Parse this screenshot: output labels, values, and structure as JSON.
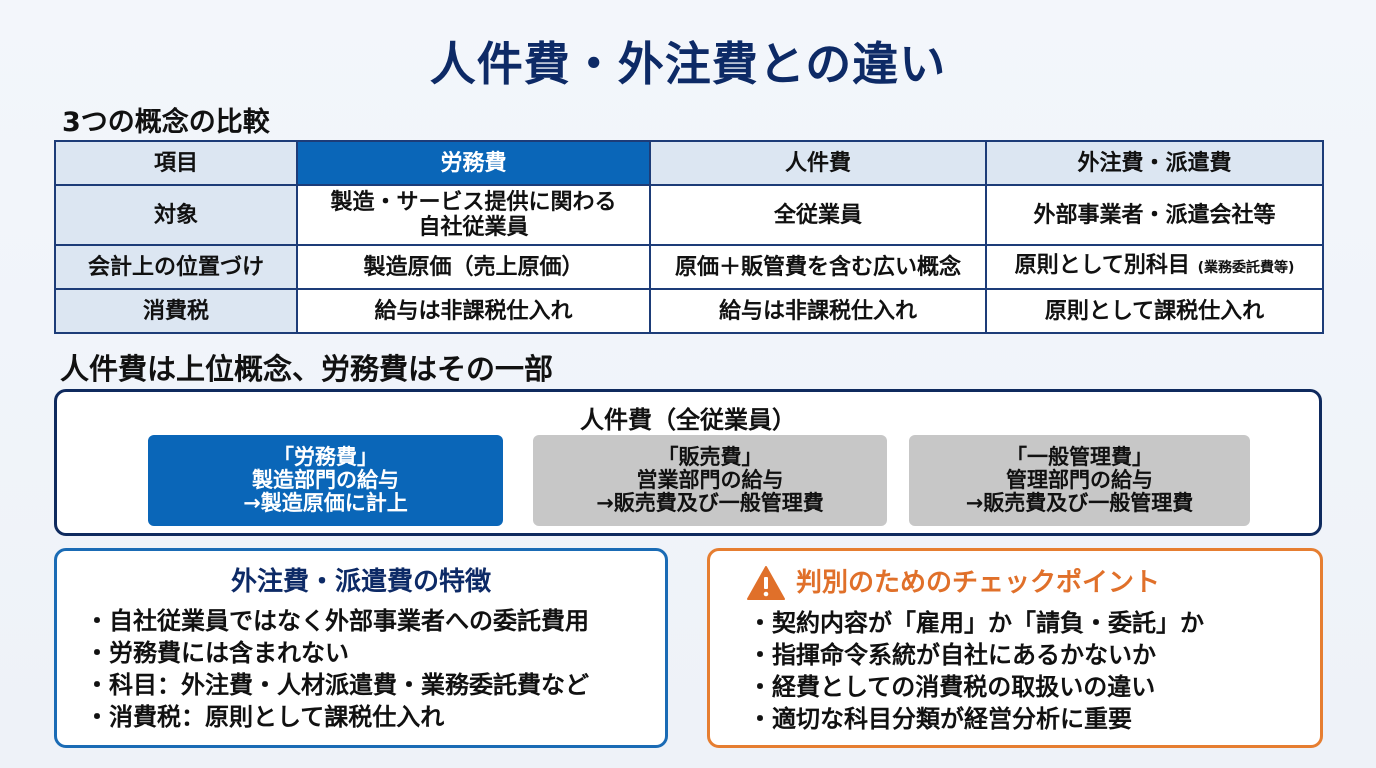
{
  "title": "人件費・外注費との違い",
  "comparison": {
    "heading": "3つの概念の比較",
    "columns": [
      "項目",
      "労務費",
      "人件費",
      "外注費・派遣費"
    ],
    "highlight_column": "労務費",
    "rows": [
      {
        "label": "対象",
        "cells": [
          "製造・サービス提供に関わる自社従業員",
          "全従業員",
          "外部事業者・派遣会社等"
        ],
        "cell0_line1": "製造・サービス提供に関わる",
        "cell0_line2": "自社従業員"
      },
      {
        "label": "会計上の位置づけ",
        "cells": [
          "製造原価（売上原価）",
          "原価＋販管費を含む広い概念",
          "原則として別科目"
        ],
        "cell2_note": "(業務委託費等)"
      },
      {
        "label": "消費税",
        "cells": [
          "給与は非課税仕入れ",
          "給与は非課税仕入れ",
          "原則として課税仕入れ"
        ]
      }
    ]
  },
  "hierarchy": {
    "heading": "人件費は上位概念、労務費はその一部",
    "container_label": "人件費（全従業員）",
    "boxes": [
      {
        "name": "「労務費」",
        "desc": "製造部門の給与",
        "result": "→製造原価に計上",
        "color": "#0a66b8"
      },
      {
        "name": "「販売費」",
        "desc": "営業部門の給与",
        "result": "→販売費及び一般管理費",
        "color": "#c7c7c7"
      },
      {
        "name": "「一般管理費」",
        "desc": "管理部門の給与",
        "result": "→販売費及び一般管理費",
        "color": "#c7c7c7"
      }
    ]
  },
  "outsourcing_card": {
    "title": "外注費・派遣費の特徴",
    "items": [
      "・自社従業員ではなく外部事業者への委託費用",
      "・労務費には含まれない",
      "・科目：外注費・人材派遣費・業務委託費など",
      "・消費税：原則として課税仕入れ"
    ],
    "border_color": "#1a6bb5"
  },
  "checkpoint_card": {
    "icon": "warning-icon",
    "title": "判別のためのチェックポイント",
    "items": [
      "・契約内容が「雇用」か「請負・委託」か",
      "・指揮命令系統が自社にあるかないか",
      "・経費としての消費税の取扱いの違い",
      "・適切な科目分類が経営分析に重要"
    ],
    "border_color": "#e67e31"
  }
}
